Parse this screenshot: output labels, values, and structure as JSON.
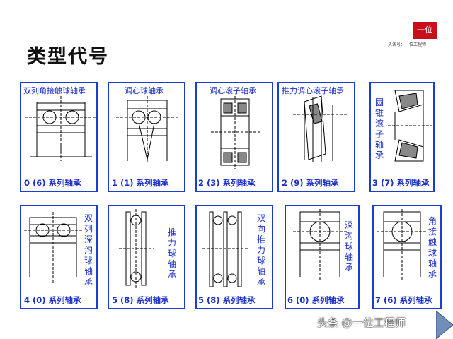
{
  "slide": {
    "title": "类型代号",
    "logo_text": "一位",
    "logo_sub": "头条号：一位工程师",
    "watermark": "头条 @一位工程师"
  },
  "cards": [
    {
      "caption": "双列角接触球轴承",
      "footer": "0 (6) 系列轴承"
    },
    {
      "caption": "调心球轴承",
      "footer": "1 (1) 系列轴承"
    },
    {
      "caption": "调心滚子轴承",
      "footer": "2 (3) 系列轴承"
    },
    {
      "caption": "推力调心滚子轴承",
      "footer": "2 (9) 系列轴承"
    },
    {
      "caption": "圆锥滚子轴承",
      "footer": "3 (7) 系列轴承"
    },
    {
      "caption": "双列深沟球轴承",
      "footer": "4 (0) 系列轴承"
    },
    {
      "caption": "推力球轴承",
      "footer": "5 (8) 系列轴承"
    },
    {
      "caption": "双向推力球轴承",
      "footer": "5 (8) 系列轴承"
    },
    {
      "caption": "深沟球轴承",
      "footer": "6 (0) 系列轴承"
    },
    {
      "caption": "角接触球轴承",
      "footer": "7 (6) 系列轴承"
    }
  ]
}
